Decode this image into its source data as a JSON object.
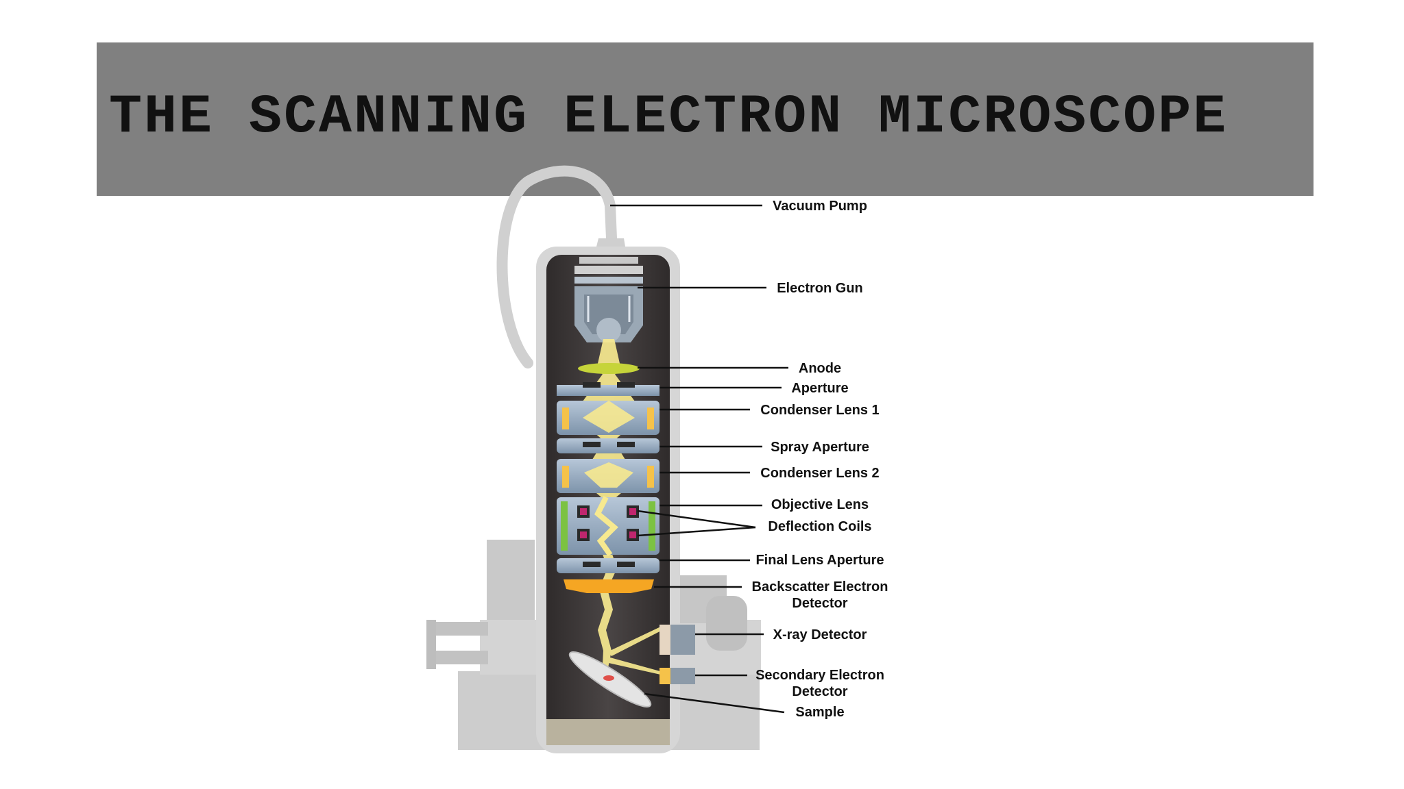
{
  "title": "THE SCANNING ELECTRON MICROSCOPE",
  "labels": {
    "vacuum_pump": "Vacuum Pump",
    "electron_gun": "Electron Gun",
    "anode": "Anode",
    "aperture": "Aperture",
    "condenser_lens_1": "Condenser Lens 1",
    "spray_aperture": "Spray Aperture",
    "condenser_lens_2": "Condenser Lens 2",
    "objective_lens": "Objective Lens",
    "deflection_coils": "Deflection Coils",
    "final_lens_aperture": "Final Lens Aperture",
    "backscatter_line1": "Backscatter Electron",
    "backscatter_line2": "Detector",
    "xray_detector": "X-ray Detector",
    "secondary_line1": "Secondary Electron",
    "secondary_line2": "Detector",
    "sample": "Sample"
  },
  "colors": {
    "title_bar": "#808080",
    "column_body": "#3f3b3b",
    "housing": "#d2d2d2",
    "beam": "#f7e98f",
    "anode": "#c6d43a",
    "backscatter": "#f5a623",
    "coil_green": "#7cc242",
    "coil_magenta": "#c0266e",
    "lens_blue": "#9fb3c8"
  }
}
